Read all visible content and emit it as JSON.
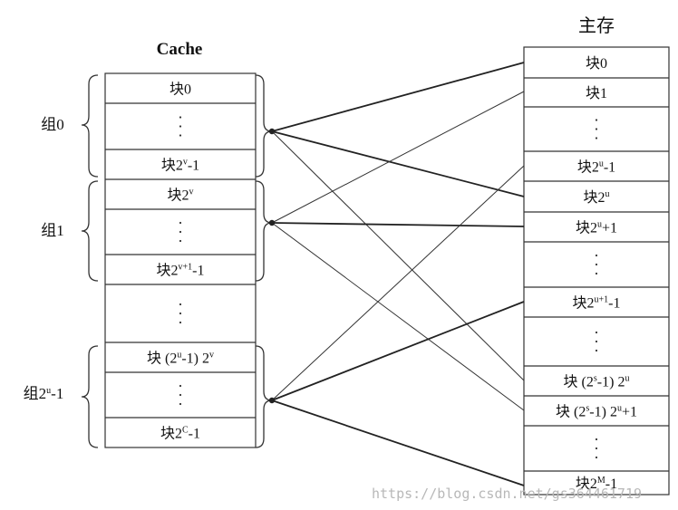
{
  "titles": {
    "cache": "Cache",
    "main_memory": "主存"
  },
  "cache_rows": [
    {
      "base": "块0",
      "sup": "",
      "tail": ""
    },
    {
      "base": "",
      "sup": "",
      "tail": "",
      "ellipsis": true
    },
    {
      "base": "块2",
      "sup": "v",
      "tail": "-1"
    },
    {
      "base": "块2",
      "sup": "v",
      "tail": ""
    },
    {
      "base": "",
      "sup": "",
      "tail": "",
      "ellipsis": true
    },
    {
      "base": "块2",
      "sup": "v+1",
      "tail": "-1"
    },
    {
      "base": "",
      "sup": "",
      "tail": "",
      "ellipsis": true
    },
    {
      "base": "块 (2",
      "sup": "u",
      "tail": "-1) 2",
      "sup2": "v"
    },
    {
      "base": "",
      "sup": "",
      "tail": "",
      "ellipsis": true
    },
    {
      "base": "块2",
      "sup": "C",
      "tail": "-1"
    }
  ],
  "groups": [
    {
      "label": "组0",
      "sup": "",
      "tail": ""
    },
    {
      "label": "组1",
      "sup": "",
      "tail": ""
    },
    {
      "label": "组2",
      "sup": "u",
      "tail": "-1"
    }
  ],
  "memory_rows": [
    {
      "base": "块0",
      "sup": "",
      "tail": ""
    },
    {
      "base": "块1",
      "sup": "",
      "tail": ""
    },
    {
      "base": "",
      "ellipsis": true
    },
    {
      "base": "块2",
      "sup": "u",
      "tail": "-1"
    },
    {
      "base": "块2",
      "sup": "u",
      "tail": ""
    },
    {
      "base": "块2",
      "sup": "u",
      "tail": "+1"
    },
    {
      "base": "",
      "ellipsis": true
    },
    {
      "base": "块2",
      "sup": "u+1",
      "tail": "-1"
    },
    {
      "base": "",
      "ellipsis": true
    },
    {
      "base": "块 (2",
      "sup": "s",
      "tail": "-1) 2",
      "sup2": "u"
    },
    {
      "base": "块 (2",
      "sup": "s",
      "tail": "-1) 2",
      "sup2": "u",
      "tail2": "+1"
    },
    {
      "base": "",
      "ellipsis": true
    },
    {
      "base": "块2",
      "sup": "M",
      "tail": "-1"
    }
  ],
  "watermark": "https://blog.csdn.net/gs364461719"
}
